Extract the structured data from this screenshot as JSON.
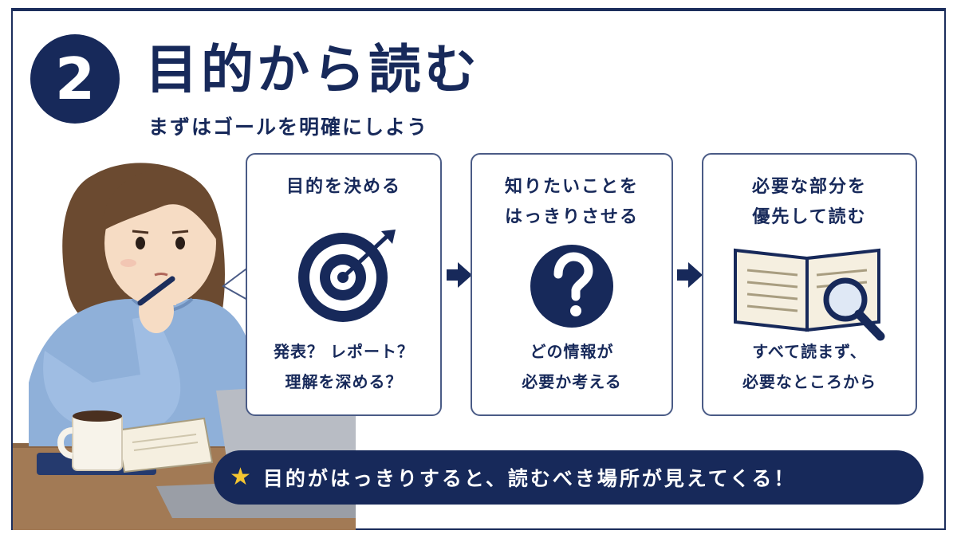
{
  "header": {
    "number": "2",
    "title": "目的から読む",
    "subtitle": "まずはゴールを明確にしよう"
  },
  "steps": [
    {
      "heading": [
        "目的を決める"
      ],
      "icon": "target-arrow-icon",
      "caption": [
        "発表？ レポート？",
        "理解を深める？"
      ]
    },
    {
      "heading": [
        "知りたいことを",
        "はっきりさせる"
      ],
      "icon": "question-mark-icon",
      "caption": [
        "どの情報が",
        "必要か考える"
      ]
    },
    {
      "heading": [
        "必要な部分を",
        "優先して読む"
      ],
      "icon": "book-magnifier-icon",
      "caption": [
        "すべて読まず、",
        "必要なところから"
      ]
    }
  ],
  "banner": {
    "icon": "star-icon",
    "text": "目的がはっきりすると、読むべき場所が見えてくる！"
  },
  "colors": {
    "navy": "#17295a",
    "star": "#f4c531",
    "sweater": "#8fb0d9"
  }
}
